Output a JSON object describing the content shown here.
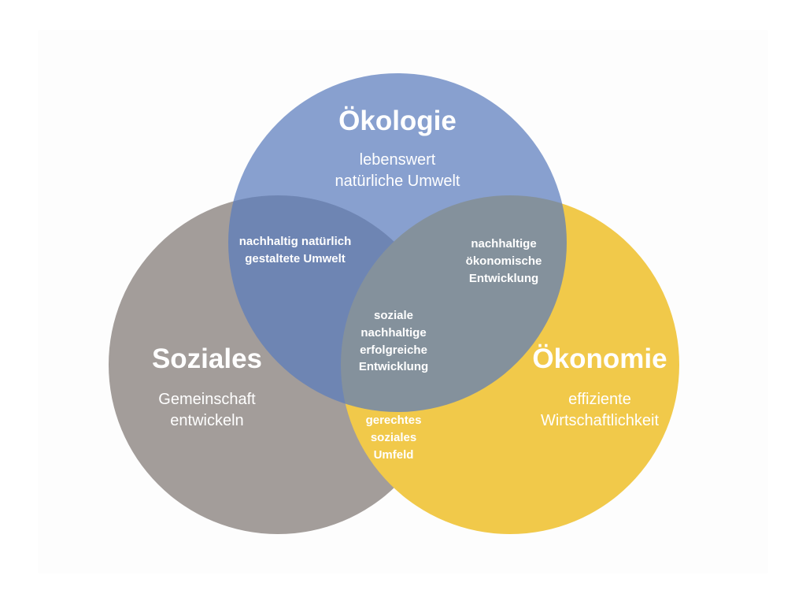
{
  "circles": {
    "oekologie": {
      "title": "Ökologie",
      "line1": "lebenswert",
      "line2": "natürliche Umwelt",
      "color": "#5478b8"
    },
    "soziales": {
      "title": "Soziales",
      "line1": "Gemeinschaft",
      "line2": "entwickeln",
      "color": "#a39d9a"
    },
    "oekonomie": {
      "title": "Ökonomie",
      "line1": "effiziente",
      "line2": "Wirtschaftlichkeit",
      "color": "#f1c94a"
    }
  },
  "overlaps": {
    "oeko_sozial": [
      "nachhaltig natürlich",
      "gestaltete Umwelt"
    ],
    "oeko_oekonomie": [
      "nachhaltige",
      "ökonomische",
      "Entwicklung"
    ],
    "sozial_oekonomie": [
      "gerechtes",
      "soziales",
      "Umfeld"
    ],
    "center": [
      "soziale",
      "nachhaltige",
      "erfolgreiche",
      "Entwicklung"
    ]
  }
}
